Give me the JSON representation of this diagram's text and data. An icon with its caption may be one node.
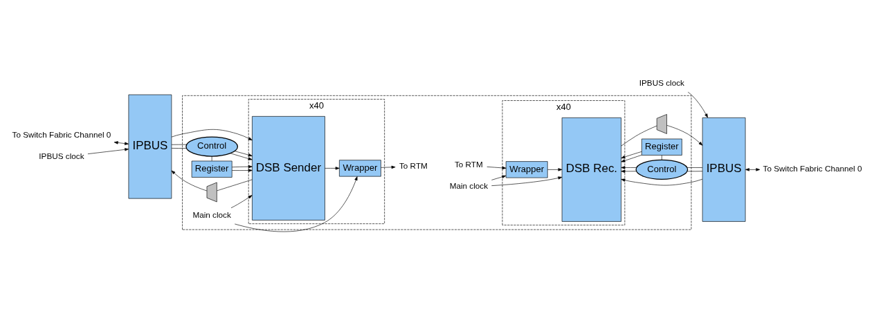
{
  "diagram": {
    "nodes": [
      {
        "text": [],
        "shape": "box"
      },
      {
        "text": [
          "x40"
        ],
        "in": 0
      },
      {
        "text": [
          "x40"
        ],
        "in": 0
      },
      {
        "text": [
          "IPBUS"
        ]
      },
      {
        "text": [
          "To Switch Fabric Channel 0"
        ]
      },
      {
        "text": [
          "IPBUS clock"
        ]
      },
      {
        "text": [
          "Control"
        ],
        "in": 0
      },
      {
        "text": [
          "Register"
        ],
        "in": 0
      },
      {
        "text": [],
        "shape": "trapezoid",
        "in": 0
      },
      {
        "text": [
          "DSB Sender"
        ],
        "in": 1
      },
      {
        "text": [
          "Wrapper"
        ],
        "in": 1
      },
      {
        "text": [
          "Main clock"
        ],
        "in": 0
      },
      {
        "text": [
          "To RTM"
        ],
        "in": 0
      },
      {
        "text": [
          "To RTM"
        ],
        "in": 0
      },
      {
        "text": [
          "Wrapper"
        ],
        "in": 2
      },
      {
        "text": [
          "DSB Rec."
        ],
        "in": 2
      },
      {
        "text": [
          "Control"
        ],
        "in": 0
      },
      {
        "text": [
          "Register"
        ],
        "in": 0
      },
      {
        "text": [],
        "shape": "trapezoid",
        "in": 0
      },
      {
        "text": [
          "IPBUS"
        ]
      },
      {
        "text": [
          "To Switch Fabric Channel 0"
        ]
      },
      {
        "text": [
          "IPBUS clock"
        ]
      },
      {
        "text": [
          "Main clock"
        ],
        "in": 0
      }
    ],
    "edges": [
      {
        "from": 4,
        "to": 3,
        "arrow": "both"
      },
      {
        "from": 5,
        "to": 3,
        "arrow": "to"
      },
      {
        "from": 3,
        "to": 6,
        "arrow": "none"
      },
      {
        "from": 3,
        "to": 6,
        "arrow": "none"
      },
      {
        "from": 6,
        "to": 9,
        "arrow": "to"
      },
      {
        "from": 6,
        "to": 9,
        "arrow": "to"
      },
      {
        "from": 6,
        "to": 7,
        "arrow": "none"
      },
      {
        "from": 7,
        "to": 9,
        "arrow": "to"
      },
      {
        "from": 7,
        "to": 9,
        "arrow": "to"
      },
      {
        "from": 3,
        "to": 9,
        "arrow": "to"
      },
      {
        "from": 9,
        "to": 8,
        "arrow": "none"
      },
      {
        "from": 8,
        "to": 3,
        "arrow": "to"
      },
      {
        "from": 9,
        "to": 10,
        "arrow": "to"
      },
      {
        "from": 10,
        "to": 12,
        "arrow": "to"
      },
      {
        "from": 11,
        "to": 9,
        "arrow": "to"
      },
      {
        "from": 11,
        "to": 10,
        "arrow": "to"
      },
      {
        "from": 13,
        "to": 14,
        "arrow": "to"
      },
      {
        "from": 14,
        "to": 15,
        "arrow": "to"
      },
      {
        "from": 22,
        "to": 15,
        "arrow": "to"
      },
      {
        "from": 22,
        "to": 14,
        "arrow": "to"
      },
      {
        "from": 19,
        "to": 16,
        "arrow": "none"
      },
      {
        "from": 19,
        "to": 16,
        "arrow": "none"
      },
      {
        "from": 16,
        "to": 15,
        "arrow": "to"
      },
      {
        "from": 16,
        "to": 15,
        "arrow": "to"
      },
      {
        "from": 16,
        "to": 17,
        "arrow": "none"
      },
      {
        "from": 17,
        "to": 15,
        "arrow": "to"
      },
      {
        "from": 17,
        "to": 15,
        "arrow": "to"
      },
      {
        "from": 19,
        "to": 15,
        "arrow": "to"
      },
      {
        "from": 15,
        "to": 18,
        "arrow": "none"
      },
      {
        "from": 18,
        "to": 19,
        "arrow": "to"
      },
      {
        "from": 20,
        "to": 19,
        "arrow": "both"
      },
      {
        "from": 21,
        "to": 19,
        "arrow": "to"
      }
    ]
  }
}
